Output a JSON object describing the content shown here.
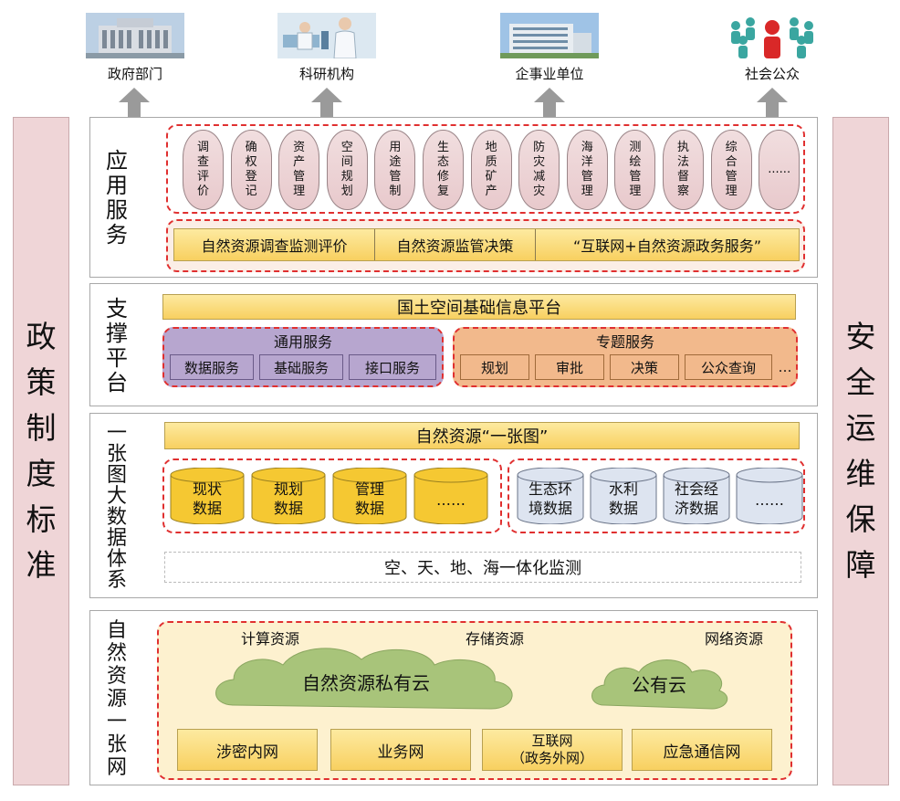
{
  "users": [
    {
      "label": "政府部门",
      "icon": "government-building-icon"
    },
    {
      "label": "科研机构",
      "icon": "research-lab-icon"
    },
    {
      "label": "企事业单位",
      "icon": "office-building-icon"
    },
    {
      "label": "社会公众",
      "icon": "public-crowd-icon"
    }
  ],
  "left_side": [
    "政",
    "策",
    "制",
    "度",
    "标",
    "准"
  ],
  "right_side": [
    "安",
    "全",
    "运",
    "维",
    "保",
    "障"
  ],
  "app_layer": {
    "title": [
      "应",
      "用",
      "服",
      "务"
    ],
    "apps": [
      [
        "调",
        "查",
        "评",
        "价"
      ],
      [
        "确",
        "权",
        "登",
        "记"
      ],
      [
        "资",
        "产",
        "管",
        "理"
      ],
      [
        "空",
        "间",
        "规",
        "划"
      ],
      [
        "用",
        "途",
        "管",
        "制"
      ],
      [
        "生",
        "态",
        "修",
        "复"
      ],
      [
        "地",
        "质",
        "矿",
        "产"
      ],
      [
        "防",
        "灾",
        "减",
        "灾"
      ],
      [
        "海",
        "洋",
        "管",
        "理"
      ],
      [
        "测",
        "绘",
        "管",
        "理"
      ],
      [
        "执",
        "法",
        "督",
        "察"
      ],
      [
        "综",
        "合",
        "管",
        "理"
      ],
      [
        "......"
      ]
    ],
    "services": [
      "自然资源调查监测评价",
      "自然资源监管决策",
      "“互联网+自然资源政务服务”"
    ]
  },
  "support_layer": {
    "title": [
      "支",
      "撑",
      "平",
      "台"
    ],
    "platform": "国土空间基础信息平台",
    "general": {
      "title": "通用服务",
      "items": [
        "数据服务",
        "基础服务",
        "接口服务"
      ]
    },
    "special": {
      "title": "专题服务",
      "items": [
        "规划",
        "审批",
        "决策",
        "公众查询"
      ],
      "more": "…"
    }
  },
  "data_layer": {
    "title": [
      "一",
      "张",
      "图",
      "大",
      "数",
      "据",
      "体",
      "系"
    ],
    "map": "自然资源“一张图”",
    "core": [
      [
        "现状",
        "数据"
      ],
      [
        "规划",
        "数据"
      ],
      [
        "管理",
        "数据"
      ],
      [
        "……"
      ]
    ],
    "ext": [
      [
        "生态环",
        "境数据"
      ],
      [
        "水利",
        "数据"
      ],
      [
        "社会经",
        "济数据"
      ],
      [
        "……"
      ]
    ],
    "monitor": "空、天、地、海一体化监测"
  },
  "net_layer": {
    "title": [
      "自",
      "然",
      "资",
      "源",
      "一",
      "张",
      "网"
    ],
    "resources": [
      "计算资源",
      "存储资源",
      "网络资源"
    ],
    "private_cloud": "自然资源私有云",
    "public_cloud": "公有云",
    "networks": [
      [
        "涉密内网"
      ],
      [
        "业务网"
      ],
      [
        "互联网",
        "（政务外网）"
      ],
      [
        "应急通信网"
      ]
    ]
  },
  "colors": {
    "side": "#efd5d7",
    "dash": "#e03030",
    "yellow": "#f8d060",
    "purple": "#b7a6cf",
    "orange": "#f0b080",
    "cloud": "#a8c47a",
    "cyl_yellow": "#f5c832",
    "cyl_blue": "#dde4f0"
  }
}
